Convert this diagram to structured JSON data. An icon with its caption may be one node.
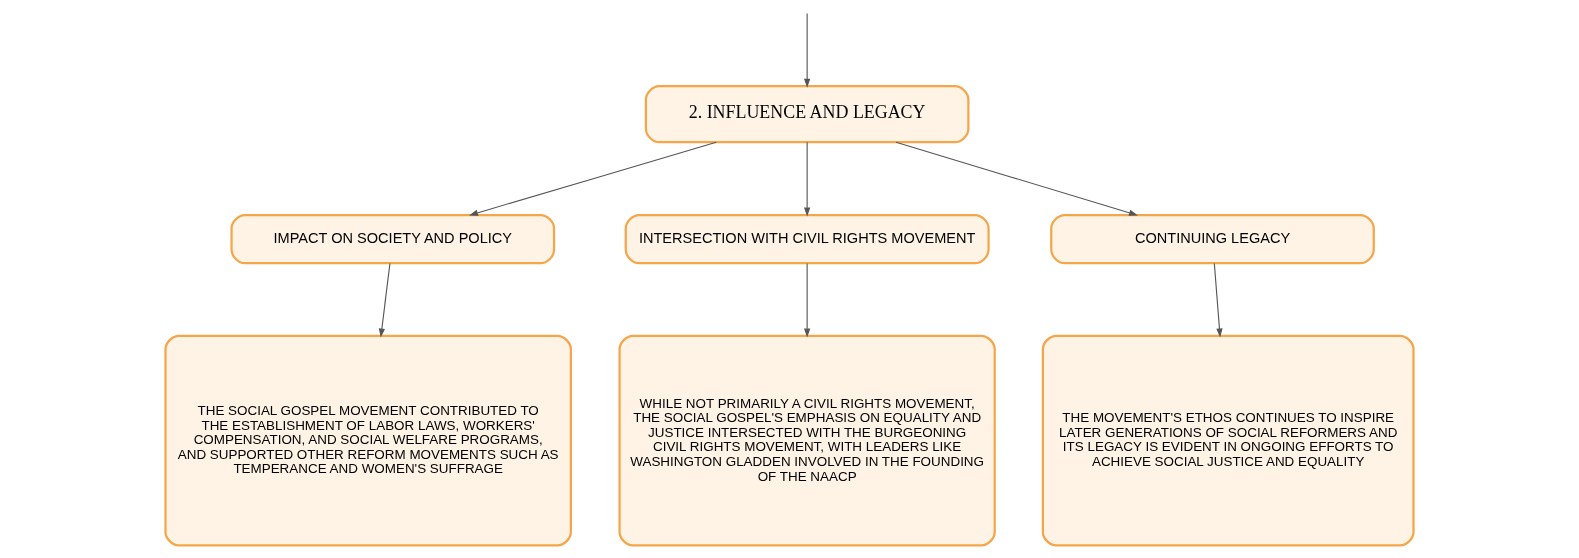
{
  "diagram": {
    "nodes": [
      {
        "text": [
          "2. INFLUENCE AND LEGACY"
        ]
      },
      {
        "text": [
          "IMPACT ON SOCIETY AND POLICY"
        ]
      },
      {
        "text": [
          "INTERSECTION WITH CIVIL RIGHTS MOVEMENT"
        ]
      },
      {
        "text": [
          "CONTINUING LEGACY"
        ]
      },
      {
        "text": [
          "THE SOCIAL GOSPEL MOVEMENT CONTRIBUTED TO THE ESTABLISHMENT OF LABOR LAWS, WORKERS' COMPENSATION, AND SOCIAL WELFARE PROGRAMS, AND SUPPORTED OTHER REFORM MOVEMENTS SUCH AS TEMPERANCE AND WOMEN'S SUFFRAGE"
        ]
      },
      {
        "text": [
          "WHILE NOT PRIMARILY A CIVIL RIGHTS MOVEMENT, THE SOCIAL GOSPEL'S EMPHASIS ON EQUALITY AND JUSTICE INTERSECTED WITH THE BURGEONING CIVIL RIGHTS MOVEMENT, WITH LEADERS LIKE WASHINGTON GLADDEN INVOLVED IN THE FOUNDING OF THE NAACP"
        ]
      },
      {
        "text": [
          "THE MOVEMENT'S ETHOS CONTINUES TO INSPIRE LATER GENERATIONS OF SOCIAL REFORMERS AND ITS LEGACY IS EVIDENT IN ONGOING EFFORTS TO ACHIEVE SOCIAL JUSTICE AND EQUALITY"
        ]
      }
    ],
    "edges": [
      {
        "from": null,
        "to": 0,
        "arrow": "to"
      },
      {
        "from": 0,
        "to": 1,
        "arrow": "to"
      },
      {
        "from": 0,
        "to": 2,
        "arrow": "to"
      },
      {
        "from": 0,
        "to": 3,
        "arrow": "to"
      },
      {
        "from": 1,
        "to": 4,
        "arrow": "to"
      },
      {
        "from": 2,
        "to": 5,
        "arrow": "to"
      },
      {
        "from": 3,
        "to": 6,
        "arrow": "to"
      }
    ]
  }
}
